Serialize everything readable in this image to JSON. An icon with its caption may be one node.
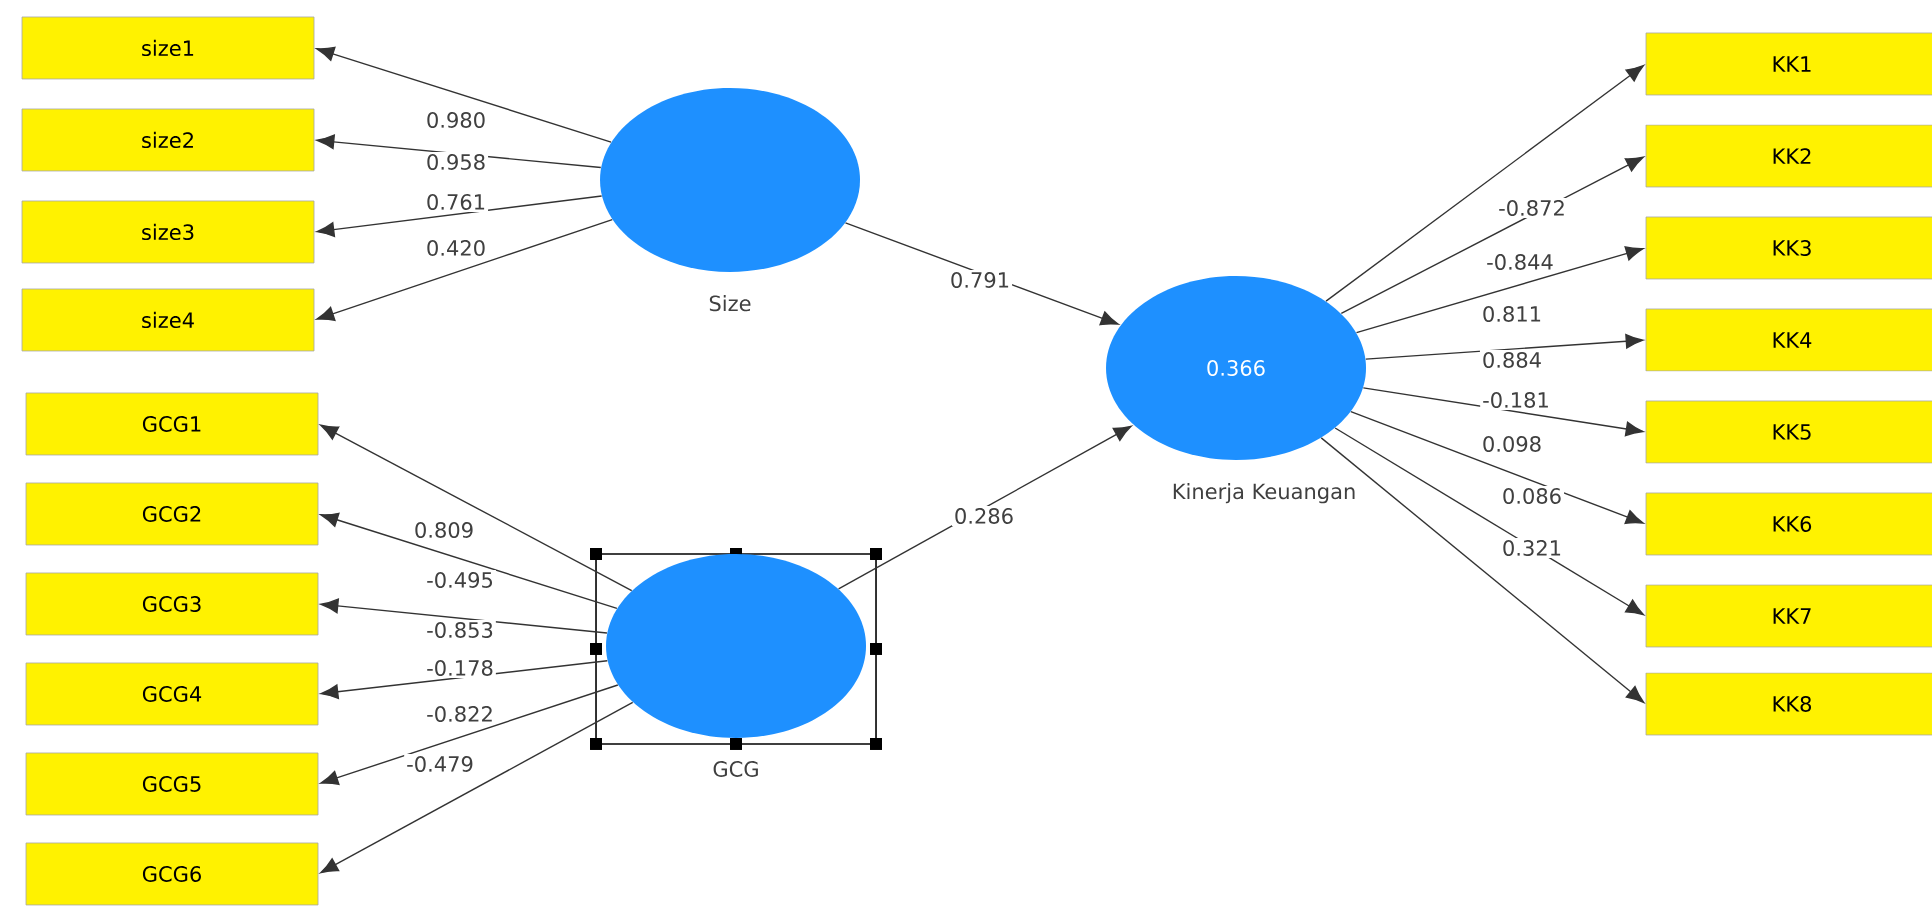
{
  "diagram": {
    "nodes": [
      {
        "text": [
          "size1"
        ]
      },
      {
        "text": [
          "size2"
        ]
      },
      {
        "text": [
          "size3"
        ]
      },
      {
        "text": [
          "size4"
        ]
      },
      {
        "text": [
          "GCG1"
        ]
      },
      {
        "text": [
          "GCG2"
        ]
      },
      {
        "text": [
          "GCG3"
        ]
      },
      {
        "text": [
          "GCG4"
        ]
      },
      {
        "text": [
          "GCG5"
        ]
      },
      {
        "text": [
          "GCG6"
        ]
      },
      {
        "text": [
          "Size"
        ]
      },
      {
        "text": [
          "GCG"
        ]
      },
      {
        "text": [
          "0.366",
          "Kinerja Keuangan"
        ]
      },
      {
        "text": [
          "KK1"
        ]
      },
      {
        "text": [
          "KK2"
        ]
      },
      {
        "text": [
          "KK3"
        ]
      },
      {
        "text": [
          "KK4"
        ]
      },
      {
        "text": [
          "KK5"
        ]
      },
      {
        "text": [
          "KK6"
        ]
      },
      {
        "text": [
          "KK7"
        ]
      },
      {
        "text": [
          "KK8"
        ]
      }
    ],
    "edges": [
      {
        "from": 10,
        "to": 0,
        "arrow": "to",
        "label": "0.980"
      },
      {
        "from": 10,
        "to": 1,
        "arrow": "to",
        "label": "0.958"
      },
      {
        "from": 10,
        "to": 2,
        "arrow": "to",
        "label": "0.761"
      },
      {
        "from": 10,
        "to": 3,
        "arrow": "to",
        "label": "0.420"
      },
      {
        "from": 11,
        "to": 4,
        "arrow": "to",
        "label": "0.809"
      },
      {
        "from": 11,
        "to": 5,
        "arrow": "to",
        "label": "-0.495"
      },
      {
        "from": 11,
        "to": 6,
        "arrow": "to",
        "label": "-0.853"
      },
      {
        "from": 11,
        "to": 7,
        "arrow": "to",
        "label": "-0.178"
      },
      {
        "from": 11,
        "to": 8,
        "arrow": "to",
        "label": "-0.822"
      },
      {
        "from": 11,
        "to": 9,
        "arrow": "to",
        "label": "-0.479"
      },
      {
        "from": 10,
        "to": 12,
        "arrow": "to",
        "label": "0.791"
      },
      {
        "from": 11,
        "to": 12,
        "arrow": "to",
        "label": "0.286"
      },
      {
        "from": 12,
        "to": 13,
        "arrow": "to",
        "label": "-0.872"
      },
      {
        "from": 12,
        "to": 14,
        "arrow": "to",
        "label": "-0.844"
      },
      {
        "from": 12,
        "to": 15,
        "arrow": "to",
        "label": "0.811"
      },
      {
        "from": 12,
        "to": 16,
        "arrow": "to",
        "label": "0.884"
      },
      {
        "from": 12,
        "to": 17,
        "arrow": "to",
        "label": "-0.181"
      },
      {
        "from": 12,
        "to": 18,
        "arrow": "to",
        "label": "0.098"
      },
      {
        "from": 12,
        "to": 19,
        "arrow": "to",
        "label": "0.086"
      },
      {
        "from": 12,
        "to": 20,
        "arrow": "to",
        "label": "0.321"
      }
    ]
  }
}
